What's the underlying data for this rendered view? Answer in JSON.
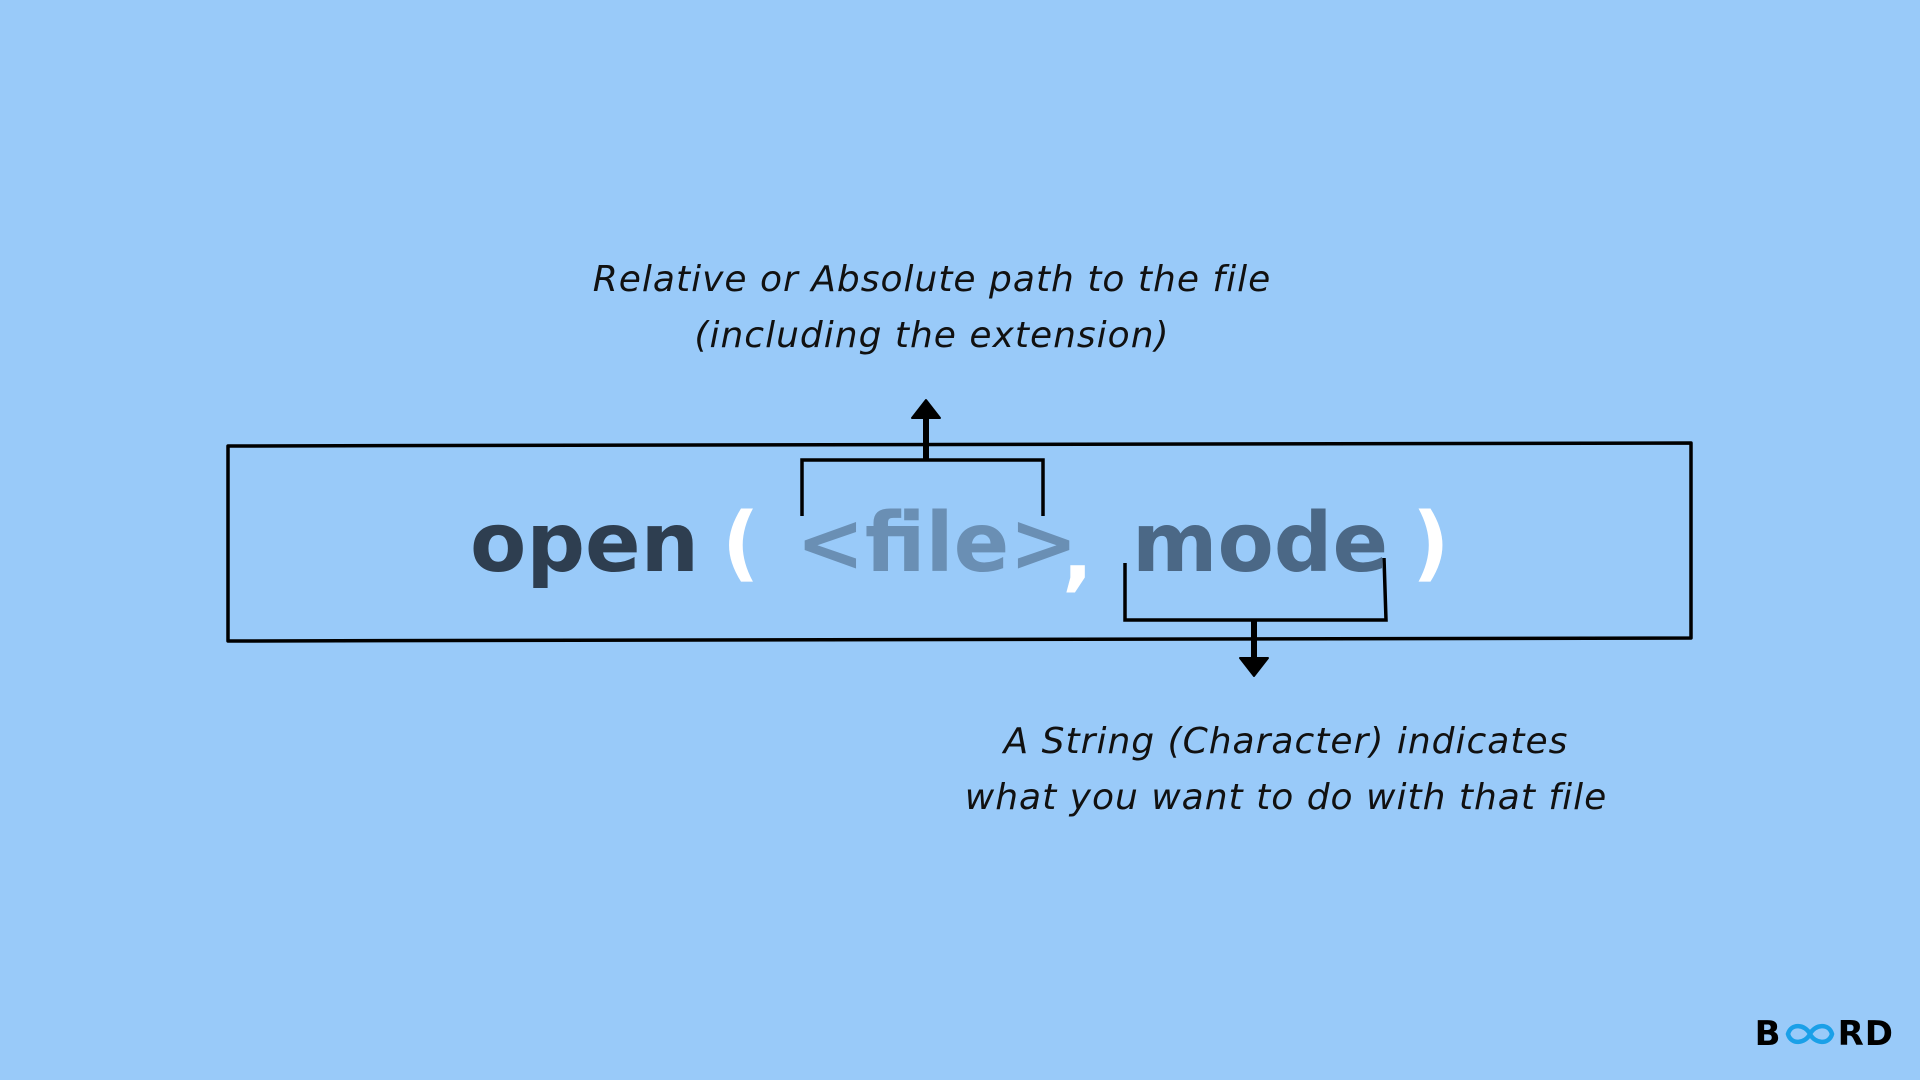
{
  "annotations": {
    "file_description": {
      "line1": "Relative or Absolute  path to the file",
      "line2": "(including the extension)"
    },
    "mode_description": {
      "line1": "A String (Character) indicates",
      "line2": "what you want to do with that file"
    }
  },
  "code": {
    "function_name": "open",
    "open_paren": "(",
    "param_file": "<file>",
    "comma": ",",
    "param_mode": "mode",
    "close_paren": ")"
  },
  "colors": {
    "background": "#99caf9",
    "function_name": "#2e3e50",
    "param_file": "#6a8fb4",
    "param_mode": "#4b6886",
    "parens": "#ffffff",
    "lines": "#000000",
    "logo_accent": "#1aa0e8"
  },
  "logo": {
    "prefix": "B",
    "suffix": "RD",
    "icon": "infinity-loop-icon"
  }
}
